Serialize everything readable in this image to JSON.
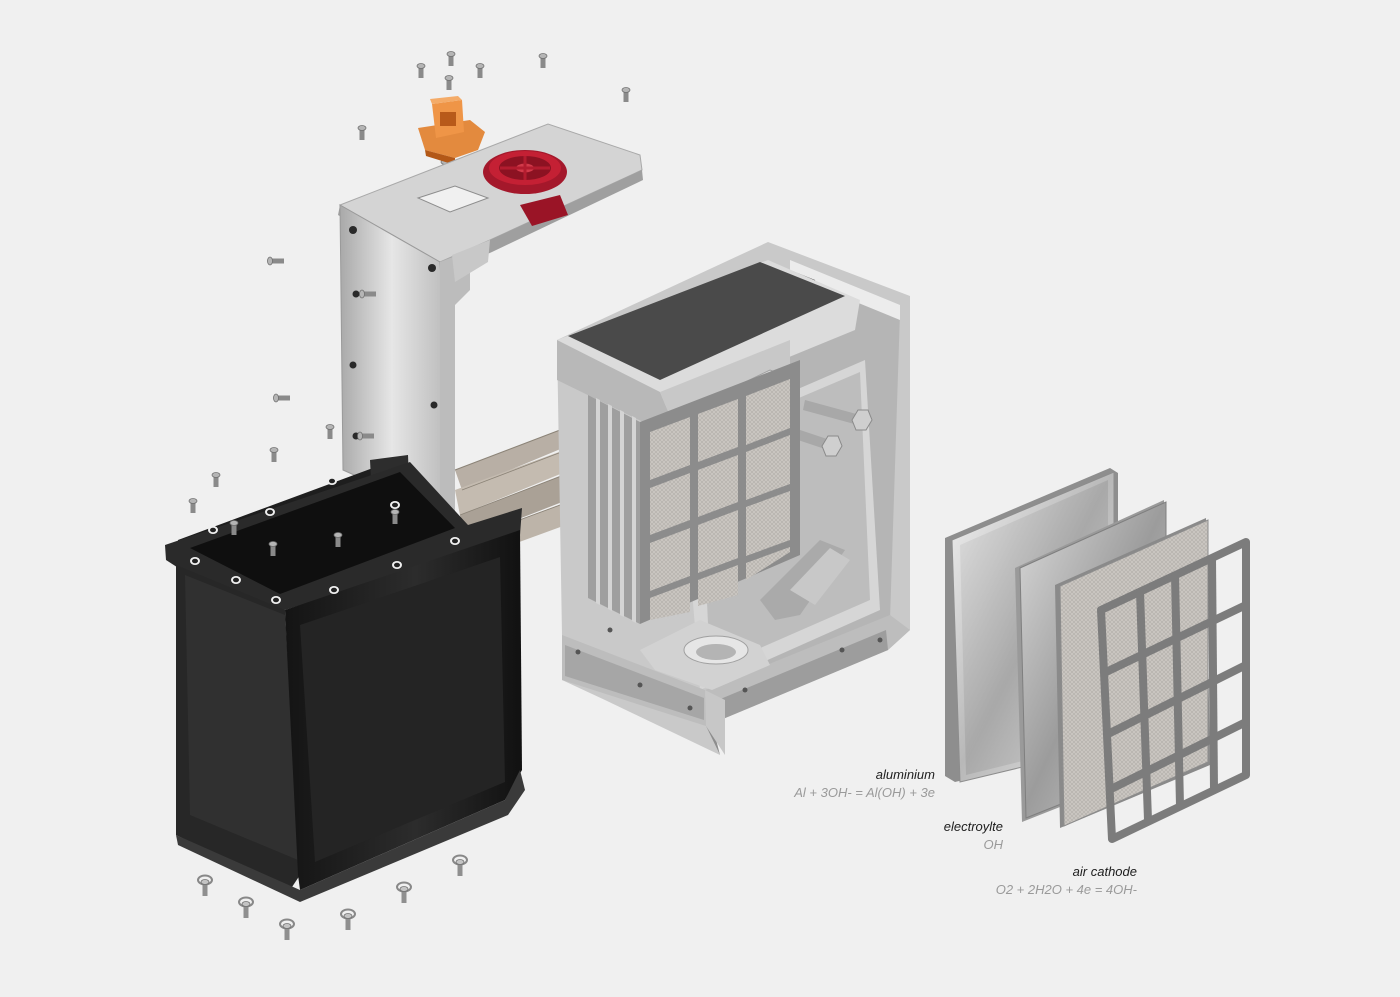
{
  "labels": [
    {
      "name": "aluminium",
      "equation": "Al + 3OH- = Al(OH) + 3e"
    },
    {
      "name": "electroylte",
      "equation": "OH"
    },
    {
      "name": "air cathode",
      "equation": "O2 + 2H2O + 4e = 4OH-"
    }
  ],
  "colors": {
    "background": "#f0f0f0",
    "housing": "#1f1f1f",
    "aluminium_frame": "#c9c9c9",
    "connector": "#e07a2f",
    "valve": "#a8162a",
    "cathode_grid": "#7c7c7c"
  }
}
